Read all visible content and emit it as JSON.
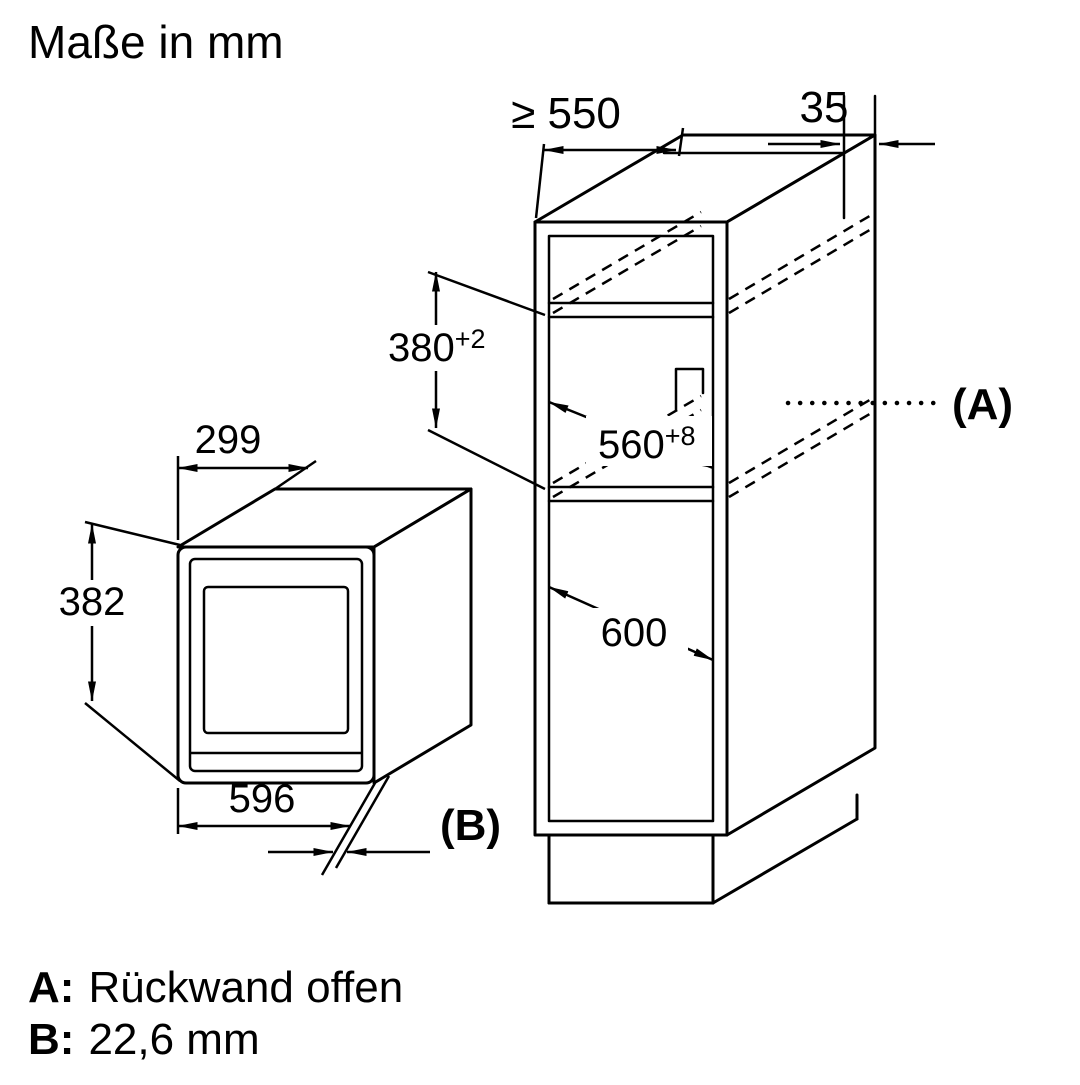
{
  "title": "Maße in mm",
  "dimensions": {
    "cabinet_depth": "≥ 550",
    "top_gap": "35",
    "niche_height": "380",
    "niche_height_tol": "+2",
    "niche_width": "560",
    "niche_width_tol": "+8",
    "lower_opening": "600",
    "label_a": "(A)",
    "mw_depth": "299",
    "mw_height": "382",
    "mw_width": "596",
    "label_b": "(B)"
  },
  "legend": {
    "a_key": "A:",
    "a_value": "Rückwand offen",
    "b_key": "B:",
    "b_value": "22,6 mm"
  }
}
